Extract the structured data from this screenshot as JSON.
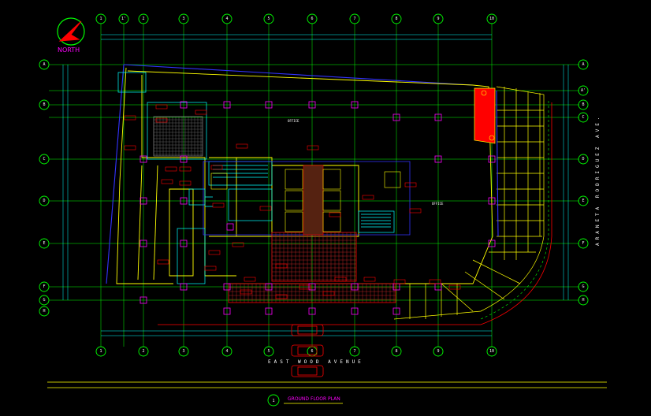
{
  "drawing": {
    "north_label": "NORTH",
    "plan_number": "1",
    "plan_title": "GROUND FLOOR PLAN",
    "street_bottom": "EAST WOOD AVENUE",
    "street_right": "ARANETA RODRIGUEZ AVE.",
    "room_office": "OFFICE",
    "room_office_east": "OFFICE"
  },
  "grid": {
    "columns_top": [
      "1",
      "1'",
      "2",
      "3",
      "4",
      "5",
      "6",
      "7",
      "8",
      "9",
      "10"
    ],
    "columns_bottom": [
      "1",
      "2",
      "3",
      "4",
      "5",
      "6",
      "7",
      "8",
      "9",
      "10"
    ],
    "rows_left": [
      "A",
      "B",
      "C",
      "D",
      "E",
      "F",
      "G",
      "H"
    ],
    "rows_right": [
      "A",
      "A'",
      "B",
      "C",
      "D",
      "E",
      "F",
      "G",
      "H"
    ]
  },
  "colors": {
    "background": "#000000",
    "grid": "#00ff00",
    "wall": "#ffff00",
    "column": "#ff00ff",
    "property_line": "#3333ff",
    "dimension": "#00ffff",
    "tag": "#ff0000",
    "hatch": "#ff0000"
  }
}
